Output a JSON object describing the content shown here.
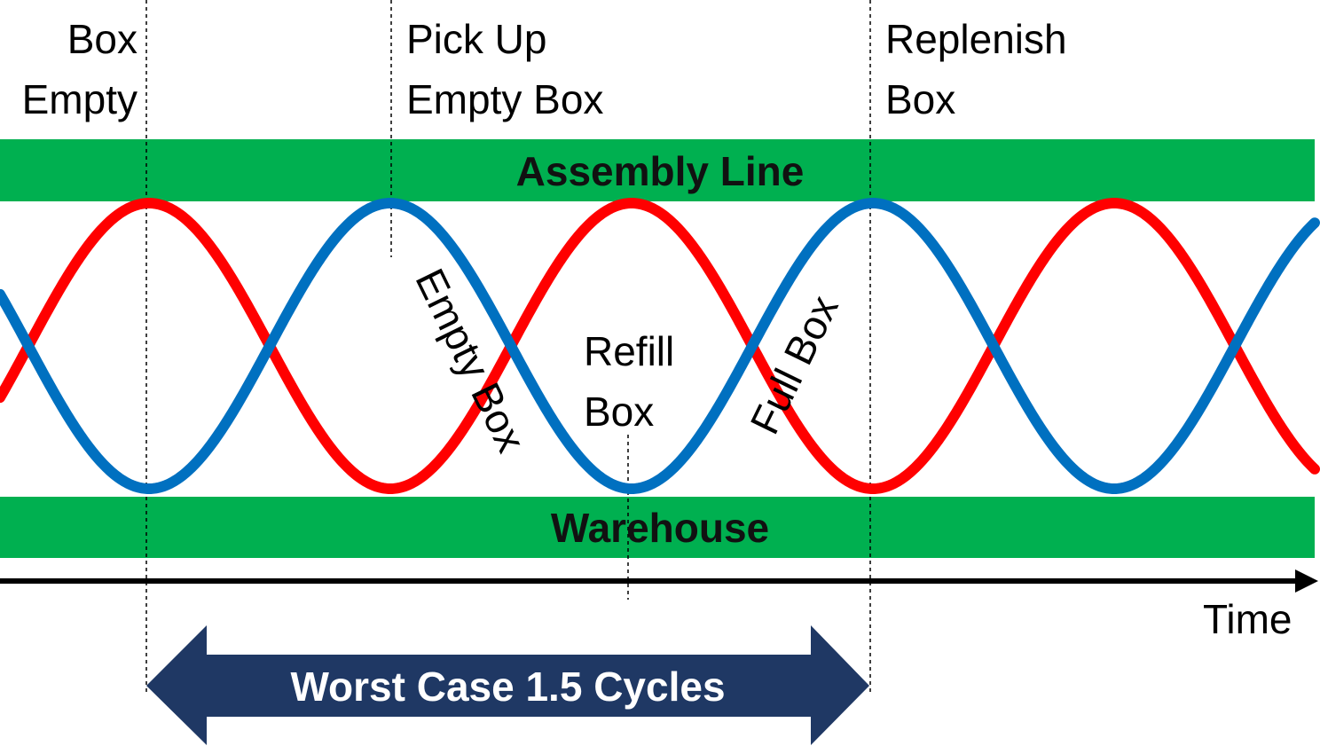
{
  "labels": {
    "box_empty": [
      "Box",
      "Empty"
    ],
    "pick_up_empty_box": [
      "Pick Up",
      "Empty Box"
    ],
    "replenish_box": [
      "Replenish",
      "Box"
    ],
    "refill_box": [
      "Refill",
      "Box"
    ],
    "empty_box_curve": "Empty Box",
    "full_box_curve": "Full Box",
    "time_axis": "Time"
  },
  "bands": {
    "top": "Assembly Line",
    "bottom": "Warehouse"
  },
  "duration_arrow": {
    "label": "Worst Case 1.5 Cycles"
  },
  "waves": [
    {
      "name": "red",
      "color": "#ff0000",
      "phase": "peaks at Box Empty"
    },
    {
      "name": "blue",
      "color": "#0070c0",
      "phase": "peaks at Pick Up Empty Box"
    }
  ],
  "colors": {
    "band": "#00b050",
    "arrow": "#1f3864",
    "axis": "#000000"
  }
}
